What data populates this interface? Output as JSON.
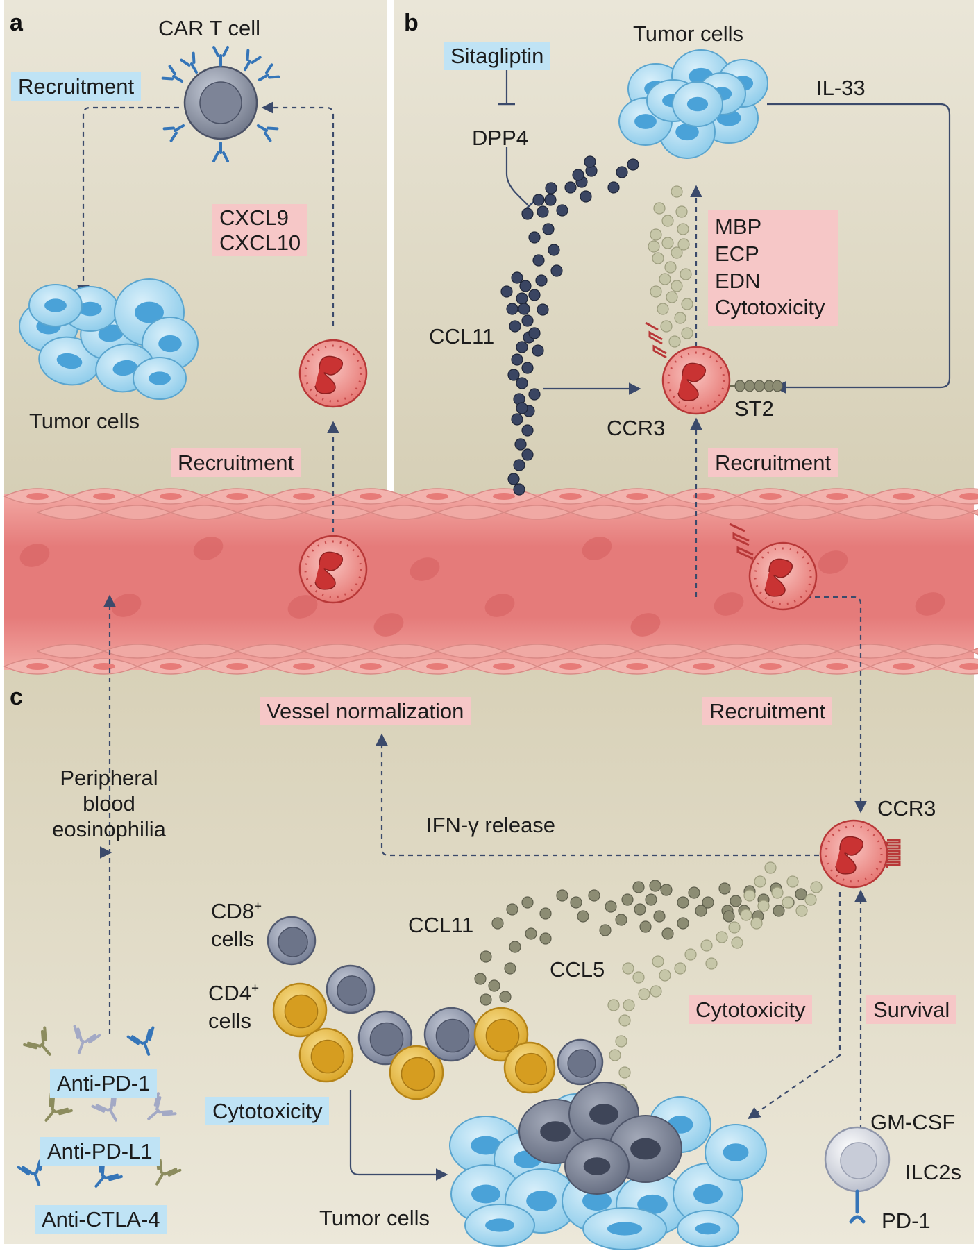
{
  "panels": {
    "a": "a",
    "b": "b",
    "c": "c"
  },
  "panel_a": {
    "car_t_cell": "CAR T cell",
    "recruitment_top": "Recruitment",
    "chemokines": [
      "CXCL9",
      "CXCL10"
    ],
    "tumor_cells": "Tumor cells",
    "recruitment_bottom": "Recruitment"
  },
  "panel_b": {
    "sitagliptin": "Sitagliptin",
    "dpp4": "DPP4",
    "tumor_cells": "Tumor cells",
    "il33": "IL-33",
    "granule_proteins": [
      "MBP",
      "ECP",
      "EDN",
      "Cytotoxicity"
    ],
    "ccl11": "CCL11",
    "ccr3": "CCR3",
    "st2": "ST2",
    "recruitment": "Recruitment"
  },
  "panel_c": {
    "vessel_normalization": "Vessel normalization",
    "recruitment": "Recruitment",
    "peripheral_blood_eosinophilia": [
      "Peripheral",
      "blood",
      "eosinophilia"
    ],
    "ifn_release": "IFN-γ release",
    "ccr3": "CCR3",
    "cd8": "CD8",
    "cd8_sup": "+",
    "cd8_cells": "cells",
    "cd4": "CD4",
    "cd4_sup": "+",
    "cd4_cells": "cells",
    "ccl11": "CCL11",
    "ccl5": "CCL5",
    "cytotoxicity_t": "Cytotoxicity",
    "cytotoxicity_eos": "Cytotoxicity",
    "survival": "Survival",
    "anti_pd1": "Anti-PD-1",
    "anti_pdl1": "Anti-PD-L1",
    "anti_ctla4": "Anti-CTLA-4",
    "tumor_cells": "Tumor cells",
    "gm_csf": "GM-CSF",
    "ilc2s": "ILC2s",
    "pd1": "PD-1"
  },
  "colors": {
    "background": "#ddd7c2",
    "vessel": "#e88888",
    "eosinophil": "#d94a4a",
    "tumor_cell": "#a9d6ee",
    "dark_tumor_cell": "#7c8496",
    "ccl11_dot": "#3a4562",
    "olive_dot": "#8c8c73",
    "light_dot": "#c6c6a8",
    "cd4_cell": "#e8b83a",
    "cd8_cell": "#8d95ab",
    "blue_label": "#bfe3f5",
    "pink_label": "#f6c7c7",
    "arrow": "#3b4a6b"
  }
}
